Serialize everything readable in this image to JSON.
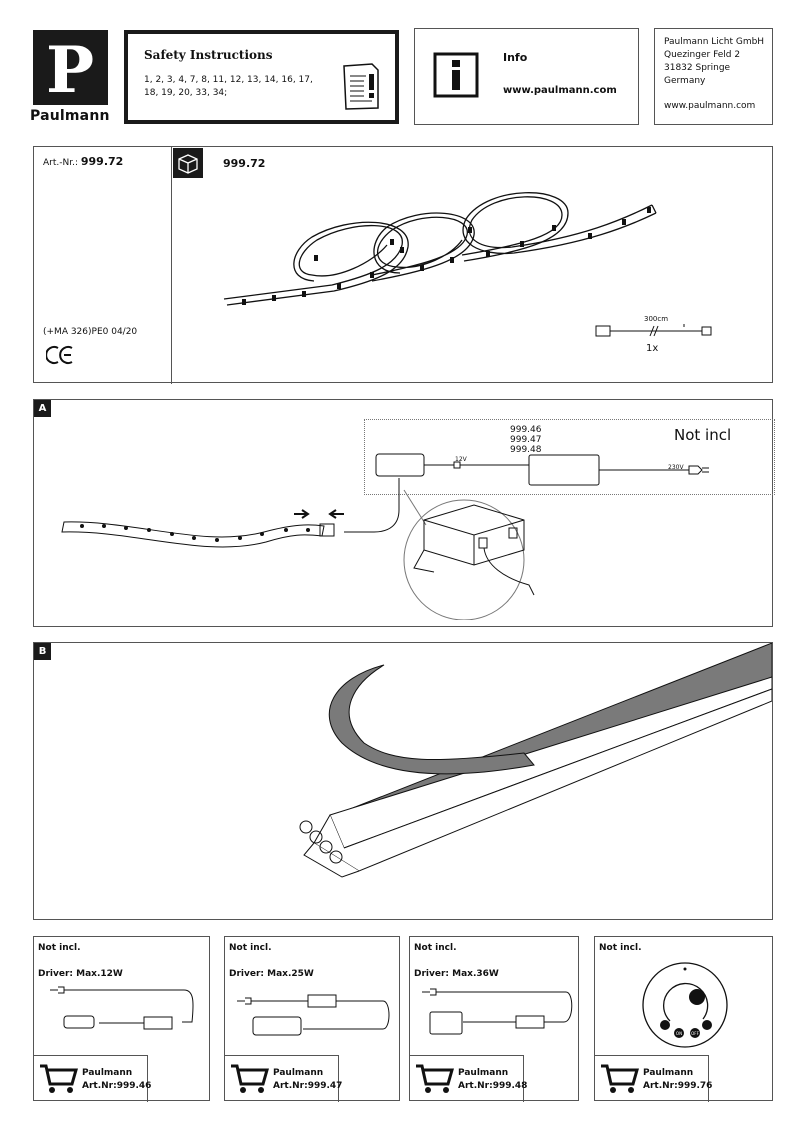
{
  "brand": {
    "logo_letter": "P",
    "name": "Paulmann"
  },
  "safety": {
    "title": "Safety Instructions",
    "list": "1, 2, 3, 4, 7, 8, 11, 12, 13, 14, 16, 17, 18, 19, 20, 33, 34;"
  },
  "info": {
    "title": "Info",
    "url": "www.paulmann.com"
  },
  "address": {
    "line1": "Paulmann Licht GmbH",
    "line2": "Quezinger Feld 2",
    "line3": "31832 Springe",
    "line4": "Germany",
    "url": "www.paulmann.com"
  },
  "product": {
    "art_label": "Art.-Nr.:",
    "art_number": "999.72",
    "package_number": "999.72",
    "ma_code": "(+MA 326)PE0 04/20",
    "ce_mark": "CE",
    "cable_length": "300cm",
    "quantity": "1x"
  },
  "section_a": {
    "tag": "A",
    "models": [
      "999.46",
      "999.47",
      "999.48"
    ],
    "not_incl": "Not incl",
    "voltage_low": "12V",
    "voltage_high": "230V"
  },
  "section_b": {
    "tag": "B"
  },
  "accessories": [
    {
      "not_incl": "Not incl.",
      "driver": "Driver: Max.12W",
      "brand": "Paulmann",
      "art": "Art.Nr:999.46"
    },
    {
      "not_incl": "Not incl.",
      "driver": "Driver: Max.25W",
      "brand": "Paulmann",
      "art": "Art.Nr:999.47"
    },
    {
      "not_incl": "Not incl.",
      "driver": "Driver: Max.36W",
      "brand": "Paulmann",
      "art": "Art.Nr:999.48"
    },
    {
      "not_incl": "Not incl.",
      "driver": "",
      "brand": "Paulmann",
      "art": "Art.Nr:999.76",
      "dimmer_buttons": [
        "ON",
        "OFF"
      ]
    }
  ],
  "colors": {
    "ink": "#1a1a1a",
    "line": "#555555",
    "adhesive": "#7a7a7a"
  }
}
